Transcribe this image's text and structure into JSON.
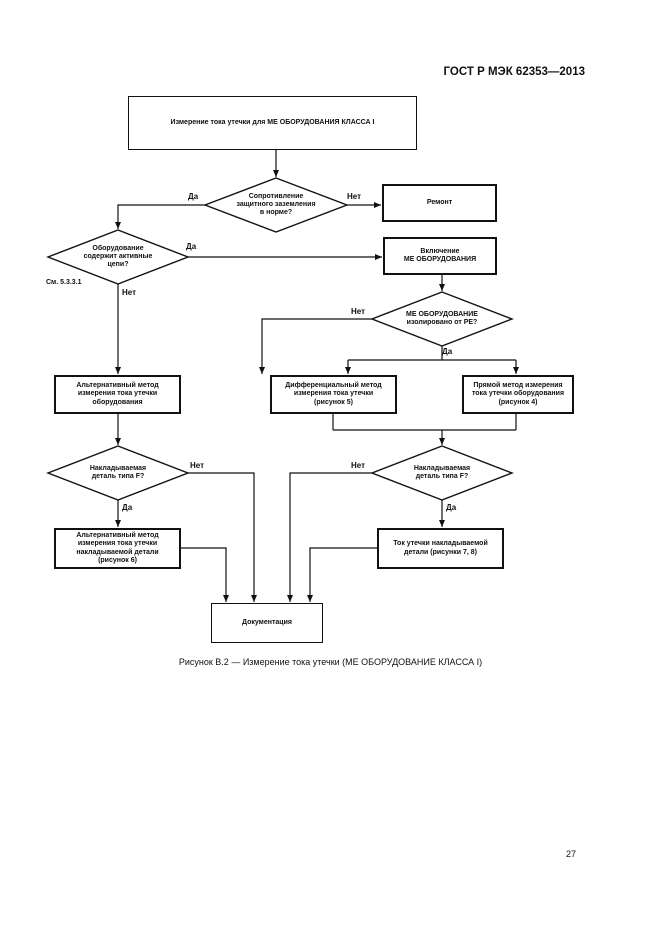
{
  "header": {
    "standard": "ГОСТ Р МЭК 62353—2013"
  },
  "boxes": {
    "start": "Измерение тока утечки для МЕ ОБОРУДОВАНИЯ КЛАССА I",
    "repair": "Ремонт",
    "switch_on": "Включение\nМЕ ОБОРУДОВАНИЯ",
    "alt_method": "Альтернативный метод\nизмерения тока утечки\nоборудования",
    "diff_method": "Дифференциальный метод\nизмерения тока утечки\n(рисунок 5)",
    "direct_method": "Прямой метод измерения\nтока утечки оборудования\n(рисунок 4)",
    "alt_applied": "Альтернативный метод\nизмерения тока утечки\nнакладываемой детали\n(рисунок 6)",
    "applied_current": "Ток утечки накладываемой\nдетали (рисунки 7, 8)",
    "documentation": "Документация"
  },
  "decisions": {
    "protective_earth": "Сопротивление\nзащитного заземления\nв норме?",
    "active_parts": "Оборудование\nсодержит активные\nцепи?",
    "isolated_pe": "МЕ ОБОРУДОВАНИЕ\nизолировано от PE?",
    "applied_left": "Накладываемая\nдеталь типа F?",
    "applied_right": "Накладываемая\nдеталь типа F?"
  },
  "labels": {
    "yes": "Да",
    "no": "Нет",
    "see_ref": "См. 5.3.3.1"
  },
  "caption": "Рисунок В.2 — Измерение тока утечки (МЕ ОБОРУДОВАНИЕ КЛАССА I)",
  "page_number": "27"
}
